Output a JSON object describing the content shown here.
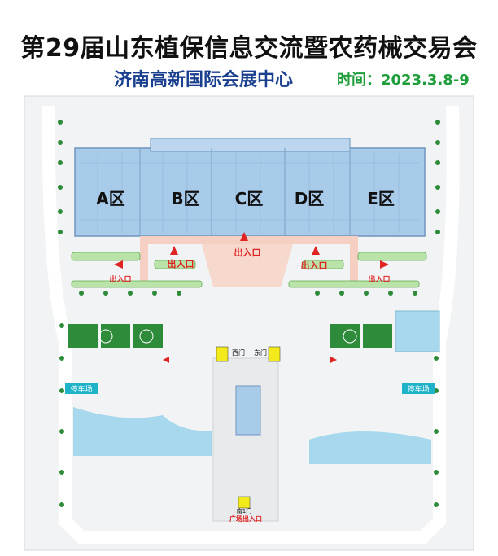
{
  "header": {
    "title": "第29届山东植保信息交流暨农药械交易会",
    "venue": "济南高新国际会展中心",
    "date": "时间：2023.3.8-9"
  },
  "halls": [
    {
      "label": "A区"
    },
    {
      "label": "B区"
    },
    {
      "label": "C区"
    },
    {
      "label": "D区"
    },
    {
      "label": "E区"
    }
  ],
  "entrances": {
    "main_center": "出入口",
    "left": "出入口",
    "right": "出入口",
    "west_side": "出入口",
    "east_side": "出入口",
    "west_gate": "西门",
    "east_gate": "东门",
    "south_gate": "南1门",
    "plaza_entrance": "广场出入口"
  },
  "parking": {
    "left": "停车场",
    "right": "停车场"
  },
  "colors": {
    "hall_blue": "#a9cbea",
    "plaza_pink": "#f4cfc2",
    "lawn_green": "#2e8b3a",
    "water_blue": "#a8d8ee",
    "sign_yellow": "#f3ea1c",
    "arrow_red": "#e02424",
    "title_green": "#1e9e3a",
    "title_blue": "#1a3f8f"
  }
}
